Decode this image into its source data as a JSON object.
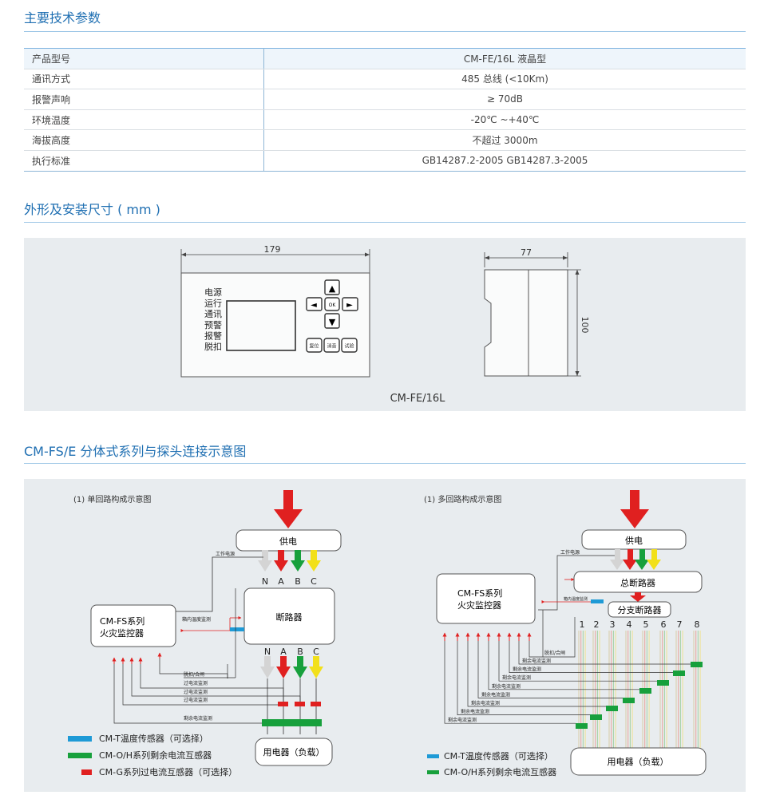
{
  "spec": {
    "title": "主要技术参数",
    "rows": [
      {
        "key": "产品型号",
        "value": "CM-FE/16L 液晶型"
      },
      {
        "key": "通讯方式",
        "value": "485 总线 (<10Km)"
      },
      {
        "key": "报警声响",
        "value": "≥ 70dB"
      },
      {
        "key": "环境温度",
        "value": "-20℃ ~+40℃"
      },
      {
        "key": "海拔高度",
        "value": "不超过 3000m"
      },
      {
        "key": "执行标准",
        "value": "GB14287.2-2005 GB14287.3-2005"
      }
    ]
  },
  "dims": {
    "title": "外形及安装尺寸 ( mm )",
    "width": "179",
    "depth": "77",
    "height": "100",
    "indicators": [
      "电源",
      "运行",
      "通讯",
      "预警",
      "报警",
      "脱扣"
    ],
    "keys": {
      "up": "▲",
      "down": "▼",
      "left": "◄",
      "right": "►",
      "ok": "OK"
    },
    "buttons": [
      "复位",
      "消音",
      "试验"
    ],
    "caption": "CM-FE/16L"
  },
  "wiring": {
    "title": "CM-FS/E 分体式系列与探头连接示意图",
    "colors": {
      "supply": "#e02020",
      "temp": "#1e9ad6",
      "residual": "#17a03c",
      "overcurrent": "#e02020",
      "phaseB": "#17a03c",
      "phaseC": "#f2e01a",
      "neutral": "#cccccc"
    },
    "single": {
      "caption": "(1) 单回路构成示意图",
      "supply": "供电",
      "phases": [
        "N",
        "A",
        "B",
        "C"
      ],
      "breaker": "断路器",
      "monitor": "CM-FS系列\n火灾监控器",
      "load": "用电器（负载）",
      "labels": {
        "power": "工作电源",
        "box_temp": "箱内温度监测",
        "trip": "脱扣/合闸",
        "oc1": "过电流监测",
        "oc2": "过电流监测",
        "oc3": "过电流监测",
        "residual": "剩余电流监测"
      },
      "legend": [
        {
          "label": "CM-T温度传感器（可选择）",
          "color": "#1e9ad6"
        },
        {
          "label": "CM-O/H系列剩余电流互感器",
          "color": "#17a03c"
        },
        {
          "label": "CM-G系列过电流互感器（可选择）",
          "color": "#e02020"
        }
      ]
    },
    "multi": {
      "caption": "(1) 多回路构成示意图",
      "supply": "供电",
      "main_breaker": "总断路器",
      "branch_breaker": "分支断路器",
      "monitor": "CM-FS系列\n火灾监控器",
      "load": "用电器（负载）",
      "labels": {
        "power": "工作电源",
        "box_temp": "箱内温度监测",
        "trip": "脱扣/合闸",
        "residual": "剩余电流监测"
      },
      "circuits": [
        "1",
        "2",
        "3",
        "4",
        "5",
        "6",
        "7",
        "8"
      ],
      "legend": [
        {
          "label": "CM-T温度传感器（可选择）",
          "color": "#1e9ad6"
        },
        {
          "label": "CM-O/H系列剩余电流互感器",
          "color": "#17a03c"
        }
      ]
    }
  }
}
